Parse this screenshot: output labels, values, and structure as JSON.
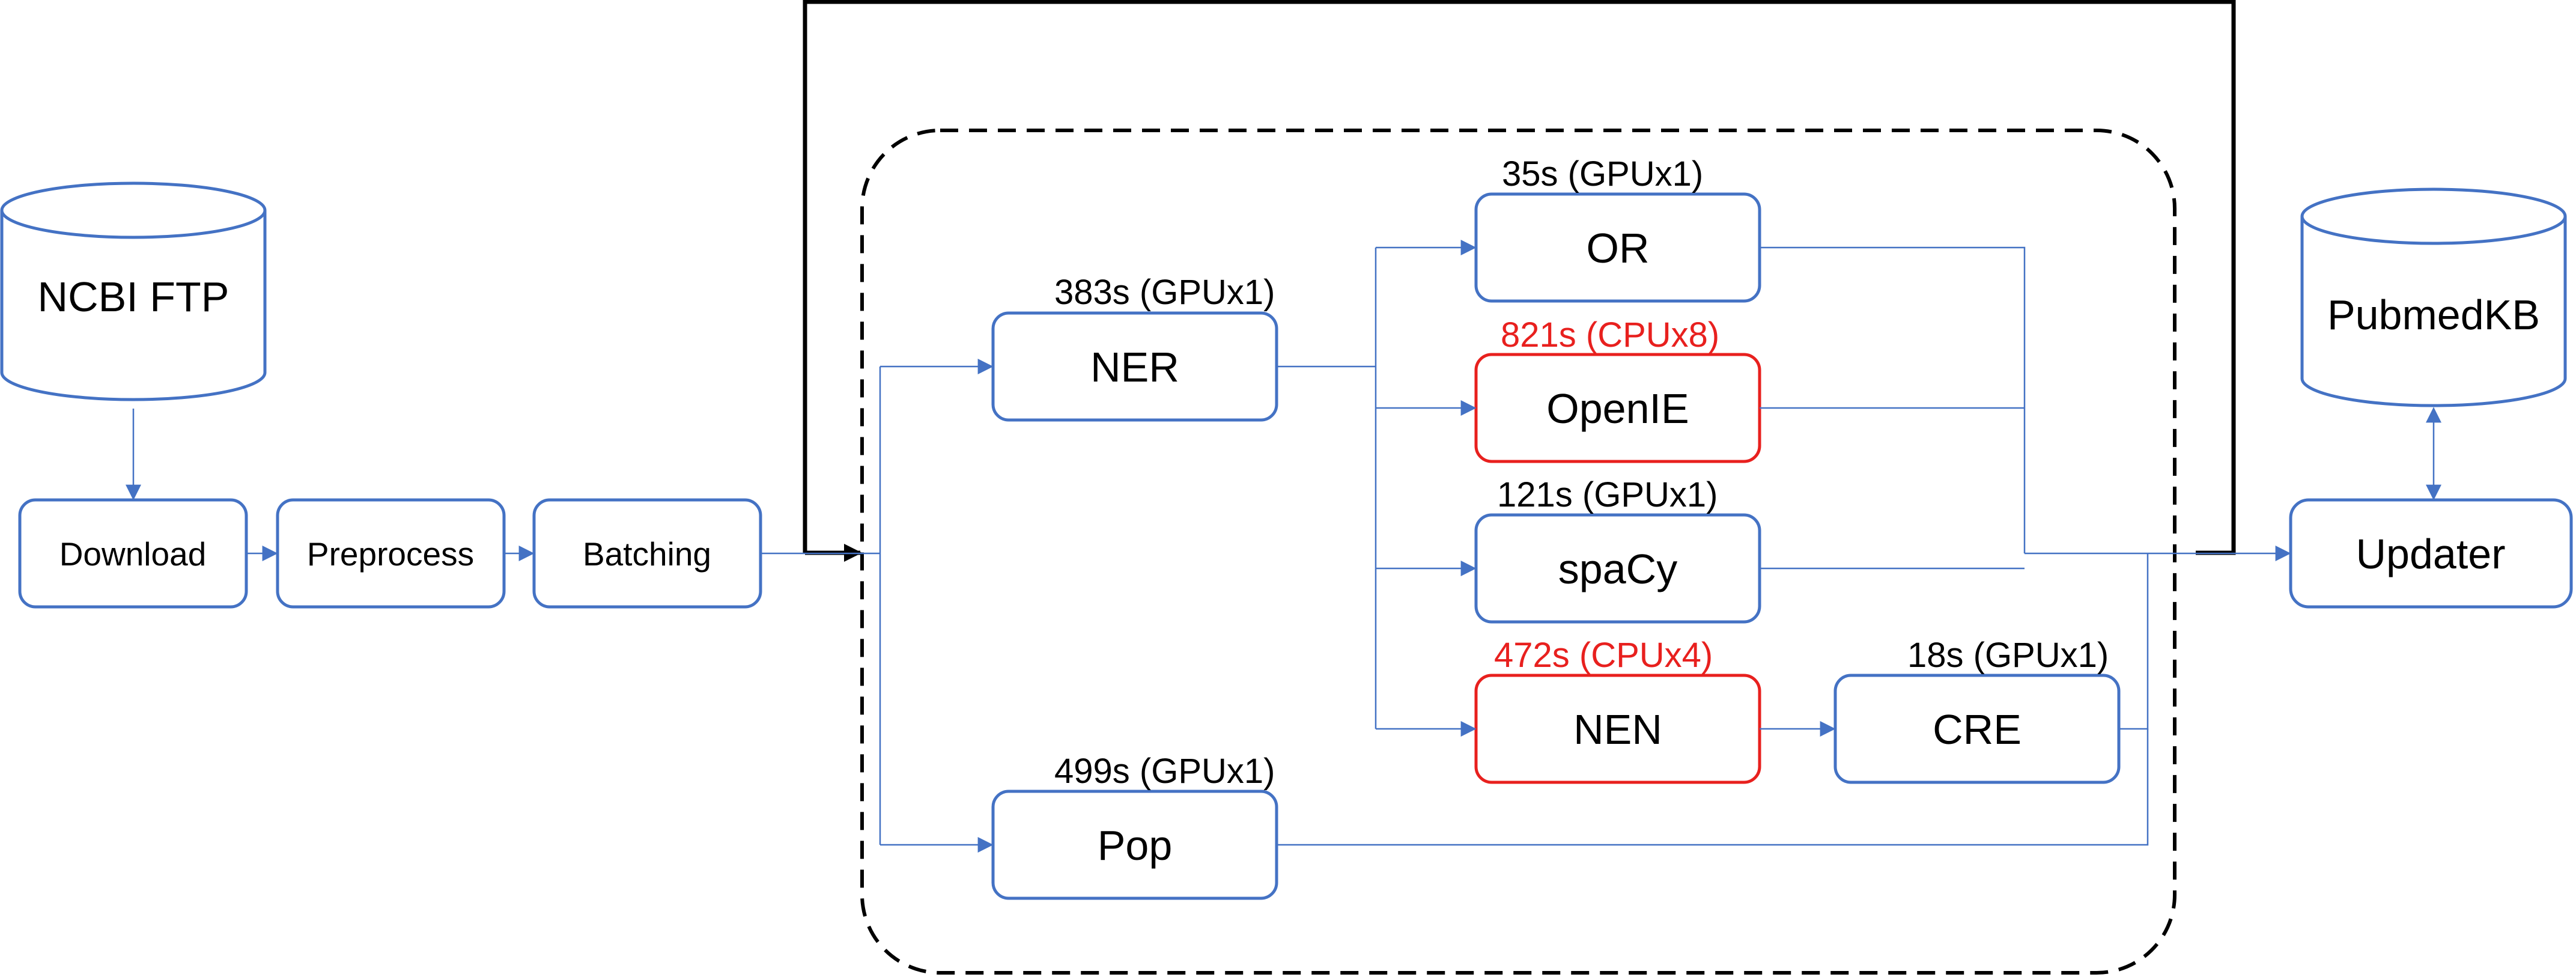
{
  "colors": {
    "box_stroke": "#4472C4",
    "highlight": "#E8201E",
    "loop_line": "#000000"
  },
  "databases": {
    "source": "NCBI FTP",
    "target": "PubmedKB"
  },
  "pipeline": {
    "download": "Download",
    "preprocess": "Preprocess",
    "batching": "Batching",
    "updater": "Updater"
  },
  "modules": {
    "ner": {
      "label": "NER",
      "time": "383s (GPUx1)"
    },
    "pop": {
      "label": "Pop",
      "time": "499s (GPUx1)"
    },
    "or": {
      "label": "OR",
      "time": "35s (GPUx1)"
    },
    "openie": {
      "label": "OpenIE",
      "time": "821s (CPUx8)",
      "highlighted": true
    },
    "spacy": {
      "label": "spaCy",
      "time": "121s (GPUx1)"
    },
    "nen": {
      "label": "NEN",
      "time": "472s (CPUx4)",
      "highlighted": true
    },
    "cre": {
      "label": "CRE",
      "time": "18s (GPUx1)"
    }
  }
}
